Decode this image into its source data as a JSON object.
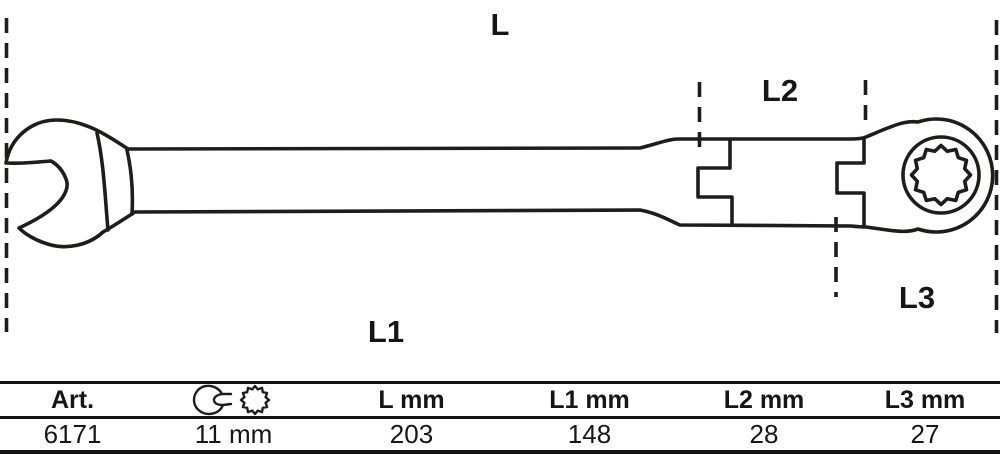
{
  "figure": {
    "labels": {
      "L": "L",
      "L1": "L1",
      "L2": "L2",
      "L3": "L3"
    },
    "line_color": "#1d1d1b",
    "icons": [
      "open-end-wrench-icon",
      "twelve-point-ring-icon"
    ]
  },
  "table": {
    "headers": {
      "art": "Art.",
      "l": "L mm",
      "l1": "L1 mm",
      "l2": "L2 mm",
      "l3": "L3 mm"
    },
    "row": {
      "art": "6171",
      "size": "11 mm",
      "l": "203",
      "l1": "148",
      "l2": "28",
      "l3": "27"
    }
  }
}
